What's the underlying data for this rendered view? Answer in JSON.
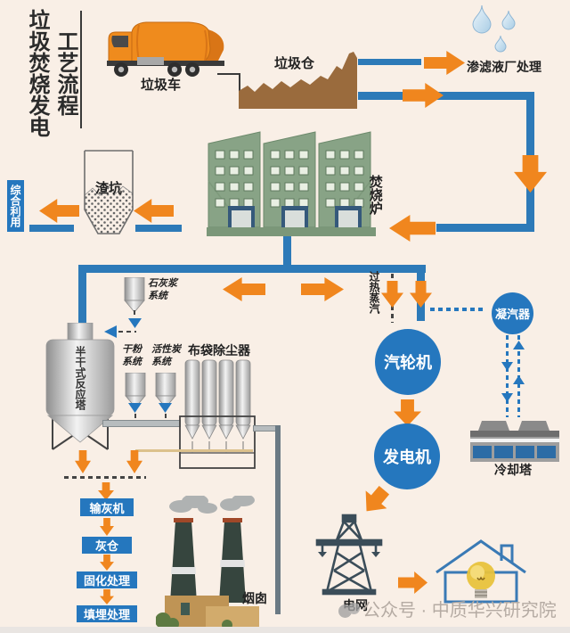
{
  "title": {
    "col1": "垃圾焚烧发电",
    "col2": "工艺流程"
  },
  "labels": {
    "truck": "垃圾车",
    "bunker": "垃圾仓",
    "leachate": "渗滤液厂处理",
    "slag_pit": "渣坑",
    "reuse": "综合利用",
    "incinerator": "焚烧炉",
    "lime": "石灰浆\n系统",
    "dry_powder": "干粉\n系统",
    "carbon": "活性炭\n系统",
    "reactor": "半干式反应塔",
    "baghouse": "布袋除尘器",
    "steam": "过热蒸汽",
    "turbine": "汽轮机",
    "condenser": "凝汽器",
    "generator": "发电机",
    "cooling_tower": "冷却塔",
    "ash_conveyor": "输灰机",
    "ash_silo": "灰仓",
    "solidify": "固化处理",
    "landfill": "填埋处理",
    "chimney": "烟囱",
    "grid": "电网"
  },
  "watermark": {
    "text": "公众号 · 中质华兴研究院"
  },
  "colors": {
    "background": "#f9efe6",
    "pipe_blue": "#2d7ab8",
    "node_blue": "#2577be",
    "accent_orange": "#f0861e",
    "building_green": "#87a285",
    "pile_brown": "#9a6b3d",
    "watermark_gray": "#b5aba3"
  }
}
